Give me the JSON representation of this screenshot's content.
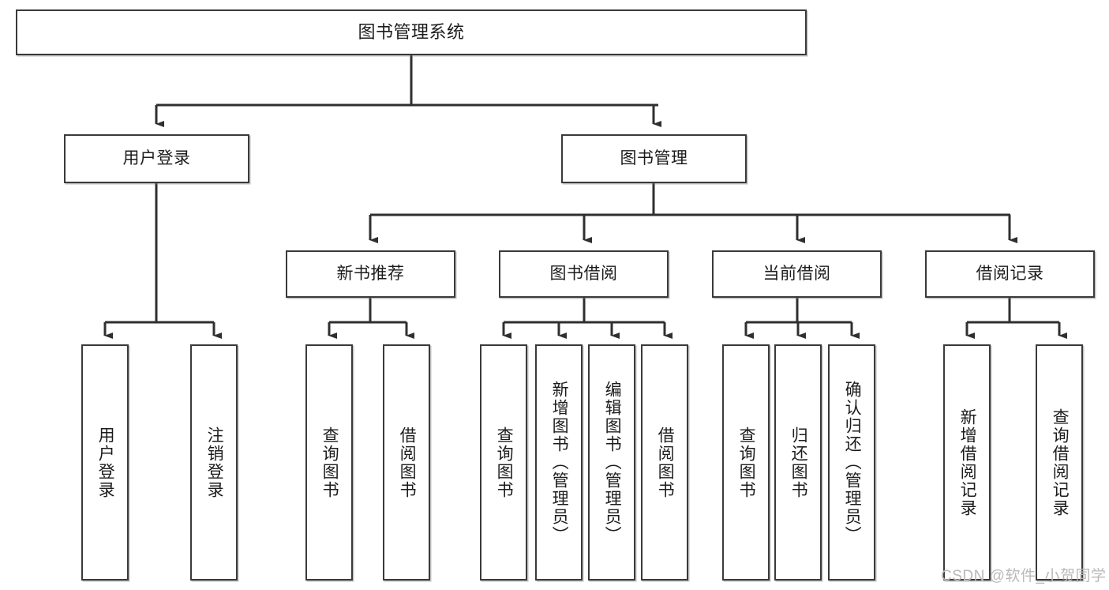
{
  "diagram": {
    "type": "hierarchy-tree",
    "title": "图书管理系统",
    "watermark": "CSDN @软件_小贺同学",
    "colors": {
      "box_border": "#3a3a3a",
      "box_fill": "#ffffff",
      "connector": "#2f2f2f",
      "text": "#1c1c1c",
      "watermark": "#b9b9b9"
    },
    "nodes": {
      "root": {
        "label": "图书管理系统"
      },
      "level2": [
        {
          "label": "用户登录"
        },
        {
          "label": "图书管理"
        }
      ],
      "level3": [
        {
          "label": "新书推荐"
        },
        {
          "label": "图书借阅"
        },
        {
          "label": "当前借阅"
        },
        {
          "label": "借阅记录"
        }
      ],
      "leaves_user_login": [
        {
          "label": "用户登录"
        },
        {
          "label": "注销登录"
        }
      ],
      "leaves_new_book": [
        {
          "label": "查询图书"
        },
        {
          "label": "借阅图书"
        }
      ],
      "leaves_borrow": [
        {
          "label": "查询图书"
        },
        {
          "label": "新增图书（管理员）"
        },
        {
          "label": "编辑图书（管理员）"
        },
        {
          "label": "借阅图书"
        }
      ],
      "leaves_current": [
        {
          "label": "查询图书"
        },
        {
          "label": "归还图书"
        },
        {
          "label": "确认归还（管理员）"
        }
      ],
      "leaves_record": [
        {
          "label": "新增借阅记录"
        },
        {
          "label": "查询借阅记录"
        }
      ]
    }
  }
}
